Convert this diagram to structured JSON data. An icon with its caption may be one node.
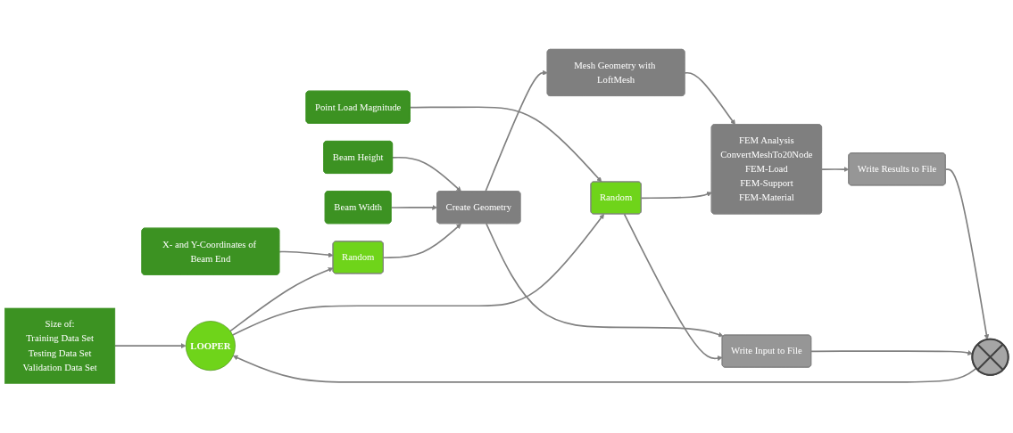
{
  "diagram": {
    "nodes": [
      {
        "text": [
          "Beam Height"
        ]
      },
      {
        "text": [
          "Beam Width"
        ]
      },
      {
        "text": [
          "X- and Y-Coordinates of Beam End"
        ]
      },
      {
        "text": [
          "Random"
        ]
      },
      {
        "text": [
          "Create Geometry"
        ]
      },
      {
        "text": [
          "Mesh Geometry with LoftMesh"
        ]
      },
      {
        "text": [
          "FEM Analysis",
          "ConvertMeshTo20Node",
          "FEM-Load",
          "FEM-Support",
          "FEM-Material"
        ]
      },
      {
        "text": [
          "Write Results to File"
        ]
      },
      {
        "text": [
          "Write Input to File"
        ]
      },
      {
        "text": [
          "Point Load Magnitude"
        ]
      },
      {
        "text": [
          "Random"
        ]
      },
      {
        "text": [],
        "shape": "circle"
      },
      {
        "text": [
          "Size of:",
          "Training Data Set",
          "Testing Data Set",
          "Validation Data Set"
        ]
      },
      {
        "text": [
          "LOOPER"
        ]
      }
    ],
    "edges": [
      {
        "from": 0,
        "to": 4,
        "arrow": "to"
      },
      {
        "from": 1,
        "to": 4,
        "arrow": "to"
      },
      {
        "from": 2,
        "to": 3,
        "arrow": "to"
      },
      {
        "from": 3,
        "to": 4,
        "arrow": "to"
      },
      {
        "from": 4,
        "to": 5,
        "arrow": "to"
      },
      {
        "from": 5,
        "to": 6,
        "arrow": "to"
      },
      {
        "from": 10,
        "to": 6,
        "arrow": "to"
      },
      {
        "from": 6,
        "to": 7,
        "arrow": "to"
      },
      {
        "from": 4,
        "to": 8,
        "arrow": "to"
      },
      {
        "from": 10,
        "to": 8,
        "arrow": "to"
      },
      {
        "from": 9,
        "to": 10,
        "arrow": "to"
      },
      {
        "from": 7,
        "to": 11,
        "arrow": "to"
      },
      {
        "from": 8,
        "to": 11,
        "arrow": "to"
      },
      {
        "from": 13,
        "to": 3,
        "arrow": "to"
      },
      {
        "from": 13,
        "to": 10,
        "arrow": "to"
      },
      {
        "from": 12,
        "to": 13,
        "arrow": "to"
      },
      {
        "from": 11,
        "to": 13,
        "arrow": "to"
      }
    ]
  }
}
